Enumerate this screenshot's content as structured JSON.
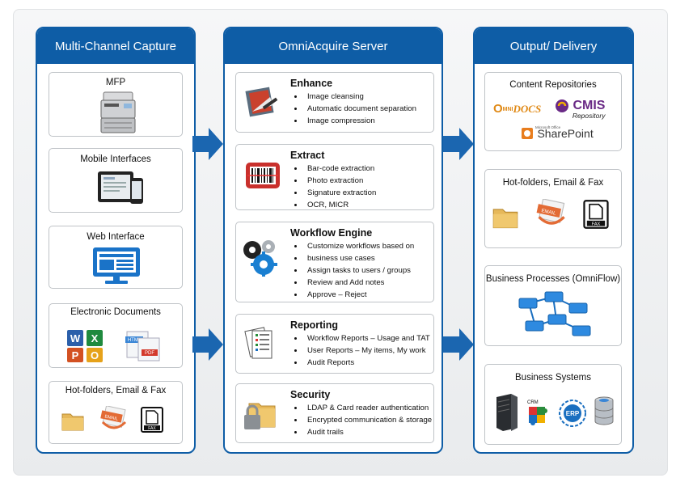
{
  "capture": {
    "title": "Multi-Channel Capture",
    "items": [
      {
        "label": "MFP"
      },
      {
        "label": "Mobile Interfaces"
      },
      {
        "label": "Web Interface"
      },
      {
        "label": "Electronic Documents"
      },
      {
        "label": "Hot-folders, Email & Fax"
      }
    ]
  },
  "server": {
    "title": "OmniAcquire Server",
    "sections": [
      {
        "title": "Enhance",
        "bullets": [
          "Image cleansing",
          "Automatic document separation",
          "Image compression"
        ]
      },
      {
        "title": "Extract",
        "bullets": [
          "Bar-code extraction",
          "Photo extraction",
          "Signature extraction",
          "OCR, MICR"
        ]
      },
      {
        "title": "Workflow Engine",
        "bullets": [
          "Customize workflows based on",
          "business use cases",
          "Assign tasks to users / groups",
          "Review and Add notes",
          "Approve – Reject"
        ]
      },
      {
        "title": "Reporting",
        "bullets": [
          "Workflow Reports – Usage and TAT",
          "User Reports – My items, My work",
          "Audit Reports"
        ]
      },
      {
        "title": "Security",
        "bullets": [
          "LDAP & Card reader authentication",
          "Encrypted communication & storage",
          "Audit trails"
        ]
      }
    ]
  },
  "output": {
    "title": "Output/ Delivery",
    "items": [
      {
        "label": "Content Repositories"
      },
      {
        "label": "Hot-folders, Email & Fax"
      },
      {
        "label": "Business Processes (OmniFlow)"
      },
      {
        "label": "Business Systems"
      }
    ],
    "logos": {
      "omnidocs_prefix": "O",
      "omnidocs_rest": "MNI",
      "omnidocs_suffix": "DOCS",
      "cmis": "CMIS",
      "cmis_sub": "Repository",
      "ms_small": "Microsoft Office",
      "sharepoint": "SharePoint"
    }
  },
  "icon_text": {
    "email": "EMAIL",
    "fax": "FAX",
    "html": "HTML",
    "pdf": "PDF",
    "crm": "CRM",
    "erp": "ERP",
    "word": "W",
    "excel": "X",
    "ppt": "P",
    "outlook": "O"
  },
  "colors": {
    "brand_blue": "#0e5da6",
    "arrow_blue": "#1b66b0",
    "box_border": "#bfc3c7"
  }
}
